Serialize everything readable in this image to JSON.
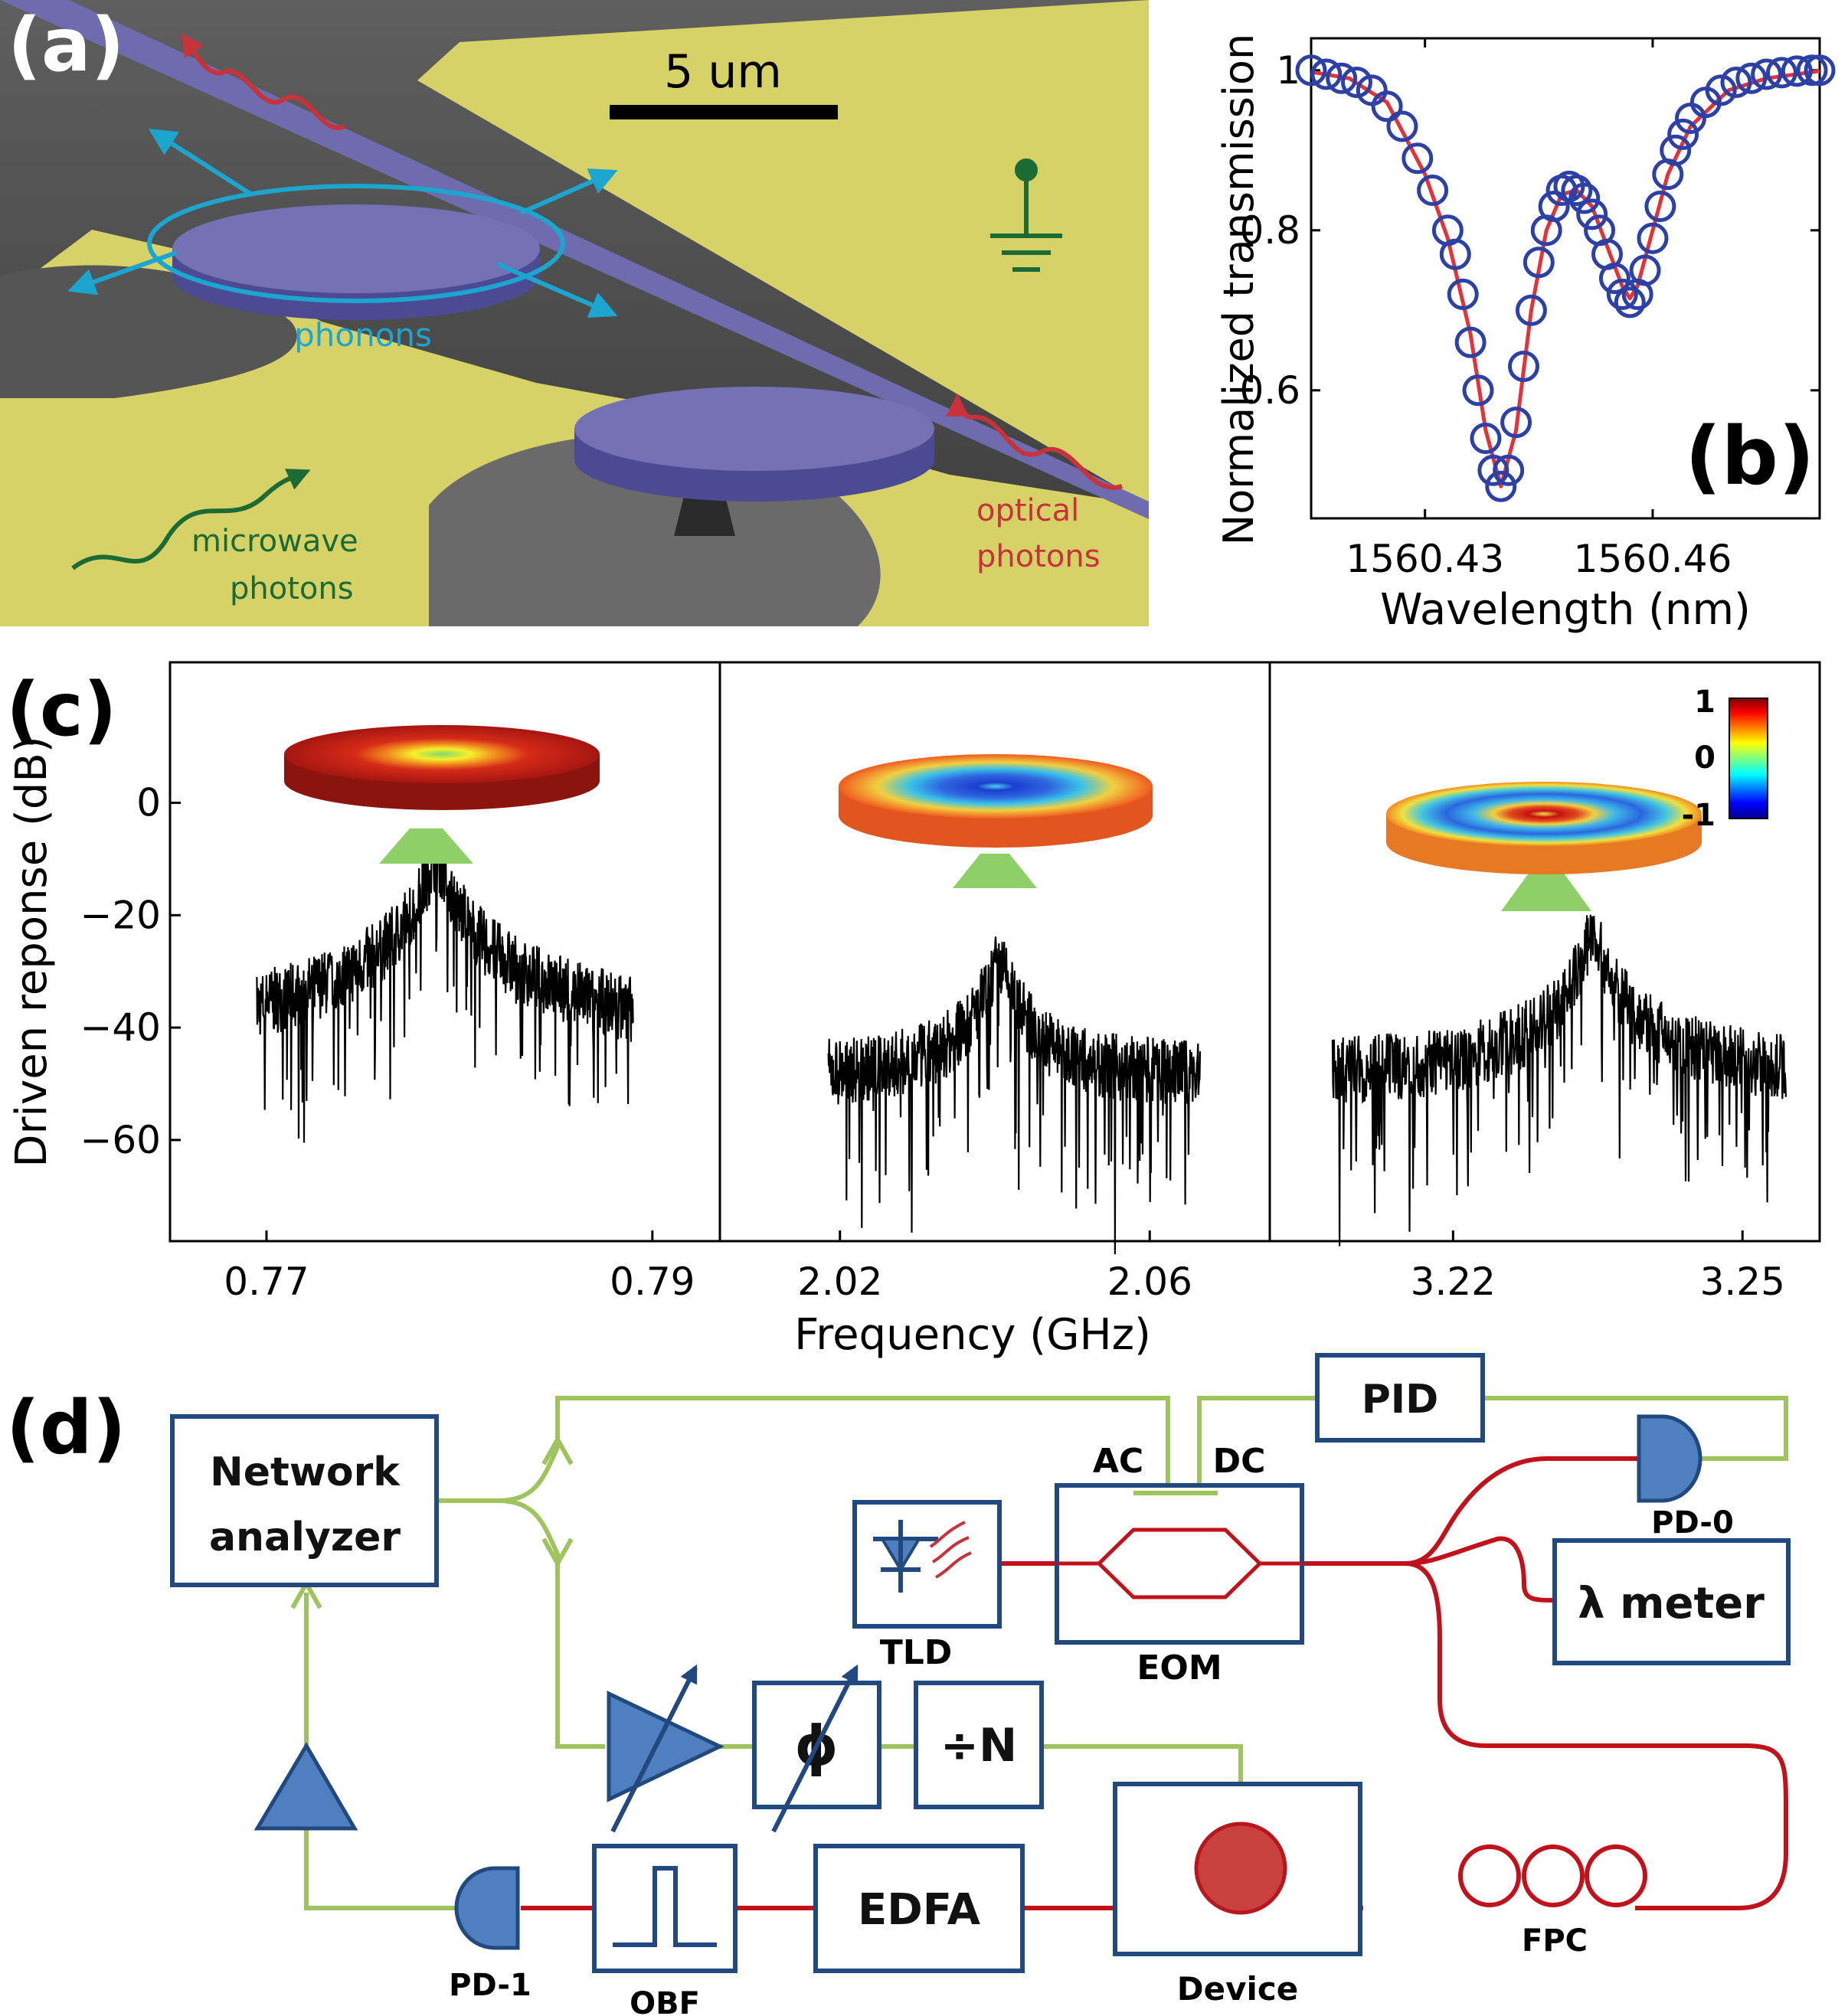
{
  "panel_a": {
    "label": "(a)",
    "scale_bar": "5 um",
    "phonons": "phonons",
    "microwave": [
      "microwave",
      "photons"
    ],
    "optical": [
      "optical",
      "photons"
    ]
  },
  "panel_b": {
    "label": "(b)"
  },
  "panel_c": {
    "label": "(c)",
    "colorbar_ticks": [
      "1",
      "0",
      "-1"
    ]
  },
  "panel_d": {
    "label": "(d)",
    "boxes": {
      "network_analyzer": [
        "Network",
        "analyzer"
      ],
      "pid": "PID",
      "lambda_meter": "λ meter",
      "phi": "ϕ",
      "divider": "÷N",
      "edfa": "EDFA"
    },
    "labels": {
      "ac": "AC",
      "dc": "DC",
      "tld": "TLD",
      "eom": "EOM",
      "pd0": "PD-0",
      "pd1": "PD-1",
      "obf": "OBF",
      "device": "Device",
      "fpc": "FPC"
    }
  },
  "colors": {
    "gold": "#d6d268",
    "violet": "#6e6cae",
    "cyan": "#1ba5cf",
    "green_arrow": "#1c6b35",
    "red_arrow": "#c8323a",
    "fiber_red": "#c1121c",
    "wire_green": "#9fc35f",
    "box_blue": "#21497f",
    "fill_blue": "#4f7fbe",
    "marker_blue": "#2c40a6",
    "fit_red": "#e2323a"
  },
  "chart_data": [
    {
      "type": "scatter",
      "title": "",
      "xlabel": "Wavelength (nm)",
      "ylabel": "Normalized transmission",
      "xlim": [
        1560.415,
        1560.482
      ],
      "ylim": [
        0.44,
        1.04
      ],
      "xticks": [
        1560.43,
        1560.46
      ],
      "xtick_labels": [
        "1560.43",
        "1560.46"
      ],
      "yticks": [
        0.6,
        0.8,
        1.0
      ],
      "ytick_labels": [
        "0.6",
        "0.8",
        "1"
      ],
      "series": [
        {
          "kind": "markers",
          "x": [
            1560.415,
            1560.417,
            1560.419,
            1560.421,
            1560.423,
            1560.425,
            1560.427,
            1560.429,
            1560.431,
            1560.433,
            1560.434,
            1560.435,
            1560.436,
            1560.437,
            1560.438,
            1560.439,
            1560.44,
            1560.441,
            1560.442,
            1560.443,
            1560.444,
            1560.445,
            1560.446,
            1560.447,
            1560.448,
            1560.449,
            1560.45,
            1560.451,
            1560.452,
            1560.453,
            1560.454,
            1560.455,
            1560.456,
            1560.457,
            1560.458,
            1560.459,
            1560.46,
            1560.461,
            1560.462,
            1560.463,
            1560.464,
            1560.465,
            1560.467,
            1560.469,
            1560.471,
            1560.473,
            1560.475,
            1560.477,
            1560.479,
            1560.481,
            1560.482
          ],
          "y": [
            1.0,
            0.995,
            0.99,
            0.985,
            0.975,
            0.955,
            0.93,
            0.89,
            0.85,
            0.8,
            0.77,
            0.72,
            0.66,
            0.6,
            0.54,
            0.5,
            0.48,
            0.5,
            0.56,
            0.63,
            0.7,
            0.76,
            0.8,
            0.83,
            0.85,
            0.855,
            0.85,
            0.84,
            0.82,
            0.8,
            0.77,
            0.74,
            0.72,
            0.71,
            0.72,
            0.75,
            0.79,
            0.83,
            0.87,
            0.9,
            0.92,
            0.94,
            0.96,
            0.975,
            0.985,
            0.99,
            0.995,
            0.997,
            0.999,
            1.0,
            1.0
          ]
        },
        {
          "kind": "fit",
          "x": [
            1560.415,
            1560.42,
            1560.425,
            1560.43,
            1560.433,
            1560.436,
            1560.438,
            1560.44,
            1560.442,
            1560.444,
            1560.446,
            1560.448,
            1560.45,
            1560.452,
            1560.454,
            1560.456,
            1560.457,
            1560.458,
            1560.46,
            1560.462,
            1560.465,
            1560.47,
            1560.475,
            1560.482
          ],
          "y": [
            0.998,
            0.99,
            0.96,
            0.87,
            0.79,
            0.67,
            0.55,
            0.48,
            0.55,
            0.7,
            0.8,
            0.845,
            0.85,
            0.83,
            0.78,
            0.73,
            0.715,
            0.73,
            0.8,
            0.87,
            0.93,
            0.975,
            0.99,
            0.999
          ]
        }
      ]
    },
    {
      "type": "line",
      "title": "",
      "xlabel": "Frequency (GHz)",
      "ylabel": "Driven reponse (dB)",
      "ylim": [
        -78,
        25
      ],
      "yticks": [
        0,
        -20,
        -40,
        -60
      ],
      "ytick_labels": [
        "0",
        "−20",
        "−40",
        "−60"
      ],
      "panels": [
        {
          "xlim": [
            0.765,
            0.7935
          ],
          "xticks": [
            0.77,
            0.79
          ],
          "xtick_labels": [
            "0.77",
            "0.79"
          ],
          "series": [
            {
              "kind": "spectrum",
              "x_range": [
                0.7695,
                0.789
              ],
              "peak_x": 0.7788,
              "peak_db": -10,
              "floor_db": -48,
              "linewidth_ghz": 0.00045
            }
          ]
        },
        {
          "xlim": [
            2.0045,
            2.0755
          ],
          "xticks": [
            2.02,
            2.06
          ],
          "xtick_labels": [
            "2.02",
            "2.06"
          ],
          "series": [
            {
              "kind": "spectrum",
              "x_range": [
                2.0185,
                2.0665
              ],
              "peak_x": 2.0405,
              "peak_db": -29,
              "floor_db": -49,
              "linewidth_ghz": 0.0012
            }
          ]
        },
        {
          "xlim": [
            3.201,
            3.258
          ],
          "xticks": [
            3.22,
            3.25
          ],
          "xtick_labels": [
            "3.22",
            "3.25"
          ],
          "series": [
            {
              "kind": "spectrum",
              "x_range": [
                3.2075,
                3.2545
              ],
              "peak_x": 3.2345,
              "peak_db": -23,
              "floor_db": -49,
              "linewidth_ghz": 0.0008
            }
          ]
        }
      ]
    }
  ]
}
